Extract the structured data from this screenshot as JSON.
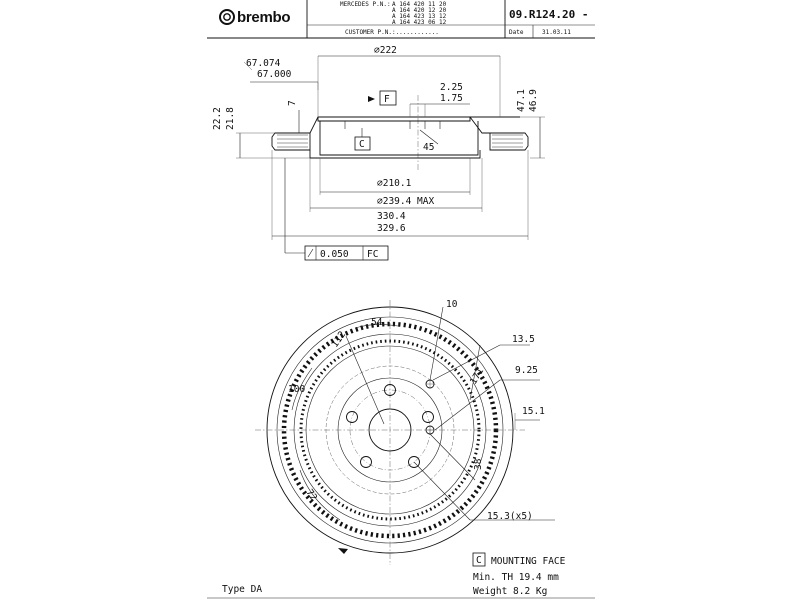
{
  "title_block": {
    "brand": "brembo",
    "part_number": "09.R124.20 -",
    "oem_label": "MERCEDES P.N.:",
    "oem_numbers": [
      "A 164 420 11 20",
      "A 164 420 12 20",
      "A 164 423 13 12",
      "A 164 423 06 12"
    ],
    "customer_label": "CUSTOMER P.N.:............",
    "date_label": "Date",
    "date_value": "31.03.11"
  },
  "section_view": {
    "dia_222": "⌀222",
    "dia_67_top": "67.074",
    "dia_67_bottom": "67.000",
    "dim_2_25": "2.25",
    "dim_1_75": "1.75",
    "dim_47_1": "47.1",
    "dim_46_9": "46.9",
    "dim_22_2": "22.2",
    "dim_21_8": "21.8",
    "dim_7": "7",
    "datum_f": "F",
    "datum_c": "C",
    "angle_45": "45",
    "dia_210_1": "⌀210.1",
    "dia_239_4": "⌀239.4 MAX",
    "dia_330_4": "330.4",
    "dia_329_6": "329.6",
    "tolerance_value": "0.050",
    "tolerance_datum": "FC"
  },
  "front_view": {
    "dim_10": "10",
    "dim_54": "54",
    "dim_112": "112",
    "dim_100": "100",
    "dim_13_5": "13.5",
    "dim_171": "171",
    "dim_9_25": "9.25",
    "dim_15_1": "15.1",
    "dim_38": "38",
    "dim_72": "72",
    "dim_15_3": "15.3(x5)"
  },
  "notes": {
    "mounting_datum": "C",
    "mounting_face": "MOUNTING FACE",
    "min_thickness": "Min. TH 19.4 mm",
    "weight": "Weight 8.2 Kg",
    "type": "Type DA"
  }
}
